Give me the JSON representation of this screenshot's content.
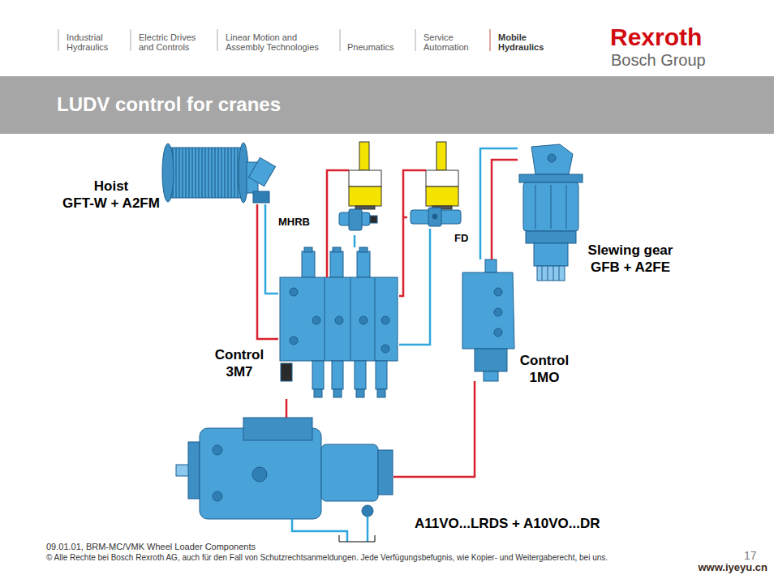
{
  "diagram": {
    "title": "LUDV control for cranes",
    "nodes": [
      {
        "text": [
          "Hoist",
          "GFT-W + A2FM"
        ]
      },
      {
        "text": [
          "MHRB"
        ]
      },
      {
        "text": [
          "FD"
        ]
      },
      {
        "text": [
          "Slewing gear",
          "GFB + A2FE"
        ]
      },
      {
        "text": [
          "Control",
          "3M7"
        ]
      },
      {
        "text": [
          "Control",
          "1MO"
        ]
      },
      {
        "text": [
          "A11VO...LRDS + A10VO...DR"
        ]
      }
    ],
    "edges": [
      {
        "from": 4,
        "to": 0,
        "arrow": "none"
      },
      {
        "from": 4,
        "to": 0,
        "arrow": "none"
      },
      {
        "from": 4,
        "to": 1,
        "arrow": "none"
      },
      {
        "from": 4,
        "to": 2,
        "arrow": "none"
      },
      {
        "from": 4,
        "to": 2,
        "arrow": "none"
      },
      {
        "from": 5,
        "to": 3,
        "arrow": "none"
      },
      {
        "from": 5,
        "to": 3,
        "arrow": "none"
      },
      {
        "from": 6,
        "to": 4,
        "arrow": "none"
      },
      {
        "from": 6,
        "to": 5,
        "arrow": "none"
      }
    ],
    "labels": [
      "Industrial Hydraulics",
      "Electric Drives and Controls",
      "Linear Motion and Assembly Technologies",
      "Pneumatics",
      "Service Automation",
      "Mobile Hydraulics",
      "Rexroth",
      "Bosch Group",
      "09.01.01, BRM-MC/VMK Wheel Loader Components",
      "© Alle Rechte bei Bosch Rexroth AG, auch für den Fall von Schutzrechtsanmeldungen. Jede Verfügungsbefugnis, wie Kopier- und Weitergaberecht, bei uns.",
      "17",
      "www.iyeyu.cn"
    ]
  }
}
